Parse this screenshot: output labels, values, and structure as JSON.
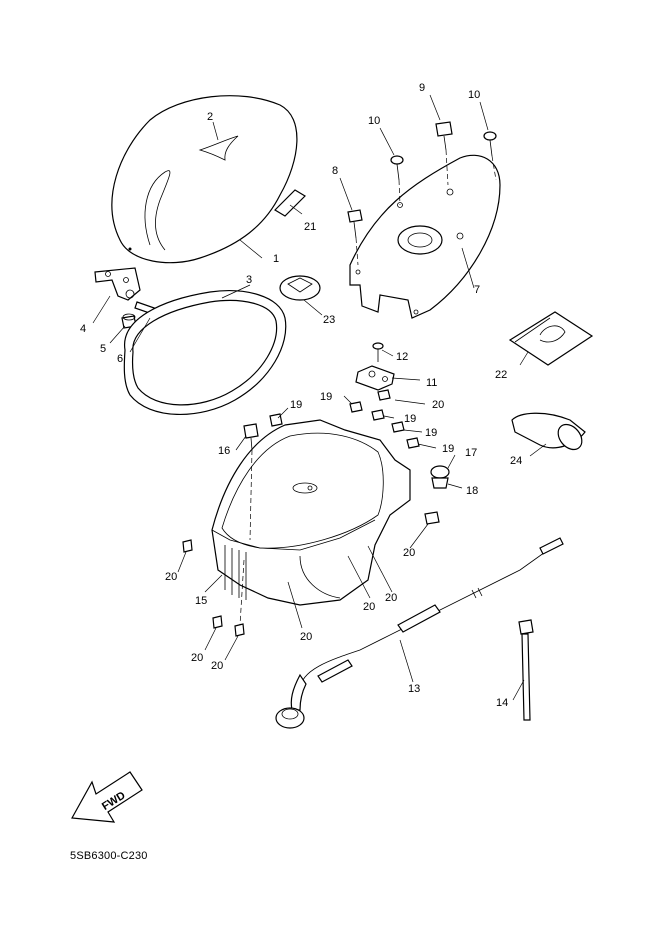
{
  "diagram": {
    "document_code": "5SB6300-C230",
    "fwd_label": "FWD",
    "callouts": [
      {
        "id": "c1",
        "text": "1"
      },
      {
        "id": "c2",
        "text": "2"
      },
      {
        "id": "c3",
        "text": "3"
      },
      {
        "id": "c4",
        "text": "4"
      },
      {
        "id": "c5",
        "text": "5"
      },
      {
        "id": "c6",
        "text": "6"
      },
      {
        "id": "c7",
        "text": "7"
      },
      {
        "id": "c8",
        "text": "8"
      },
      {
        "id": "c9",
        "text": "9"
      },
      {
        "id": "c10a",
        "text": "10"
      },
      {
        "id": "c10b",
        "text": "10"
      },
      {
        "id": "c11",
        "text": "11"
      },
      {
        "id": "c12",
        "text": "12"
      },
      {
        "id": "c13",
        "text": "13"
      },
      {
        "id": "c14",
        "text": "14"
      },
      {
        "id": "c15",
        "text": "15"
      },
      {
        "id": "c16",
        "text": "16"
      },
      {
        "id": "c17",
        "text": "17"
      },
      {
        "id": "c18",
        "text": "18"
      },
      {
        "id": "c19a",
        "text": "19"
      },
      {
        "id": "c19b",
        "text": "19"
      },
      {
        "id": "c19c",
        "text": "19"
      },
      {
        "id": "c19d",
        "text": "19"
      },
      {
        "id": "c19e",
        "text": "19"
      },
      {
        "id": "c20a",
        "text": "20"
      },
      {
        "id": "c20b",
        "text": "20"
      },
      {
        "id": "c20c",
        "text": "20"
      },
      {
        "id": "c20d",
        "text": "20"
      },
      {
        "id": "c20e",
        "text": "20"
      },
      {
        "id": "c20f",
        "text": "20"
      },
      {
        "id": "c20g",
        "text": "20"
      },
      {
        "id": "c20h",
        "text": "20"
      },
      {
        "id": "c21",
        "text": "21"
      },
      {
        "id": "c22",
        "text": "22"
      },
      {
        "id": "c23",
        "text": "23"
      },
      {
        "id": "c24",
        "text": "24"
      }
    ]
  }
}
